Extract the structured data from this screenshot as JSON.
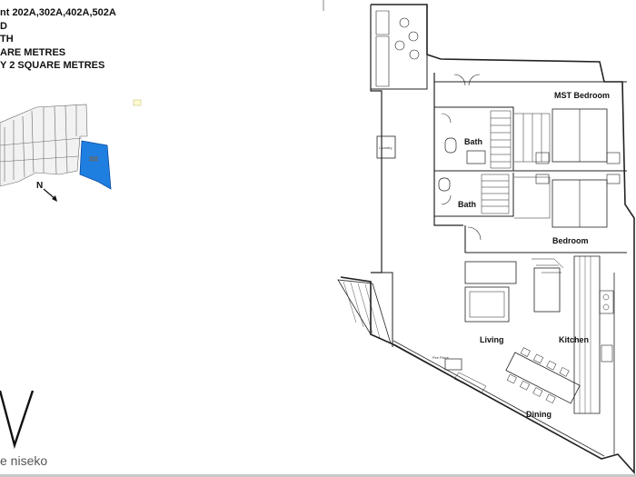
{
  "info_lines": [
    "nt 202A,302A,402A,502A",
    "D",
    "TH",
    "ARE METRES",
    "Y 2 SQUARE METRES"
  ],
  "north_label": "N",
  "rooms": {
    "mst_bedroom": "MST Bedroom",
    "bath_1": "Bath",
    "bath_2": "Bath",
    "bedroom": "Bedroom",
    "living": "Living",
    "kitchen": "Kitchen",
    "dining": "Dining",
    "laundry": "Laundry",
    "fire_place": "Fire Place"
  },
  "key_plan_unit": "202",
  "brand_text": "e niseko",
  "colors": {
    "highlight_unit": "#1f7fe0",
    "line": "#222222",
    "bottom_bar": "#c8c8c8"
  }
}
